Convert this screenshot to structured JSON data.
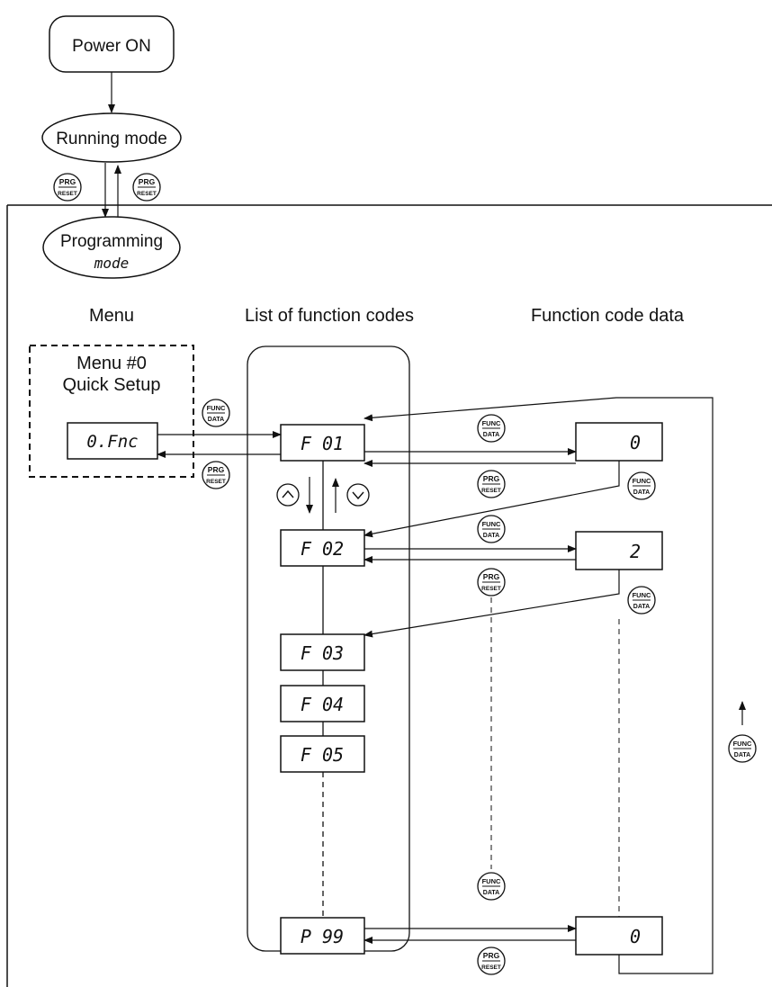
{
  "flow": {
    "power_on": "Power ON",
    "running_mode": "Running mode",
    "programming_mode_line1": "Programming",
    "programming_mode_line2": "mode"
  },
  "headers": {
    "menu": "Menu",
    "function_codes": "List of function codes",
    "function_data": "Function code data"
  },
  "menu_box": {
    "line1": "Menu #0",
    "line2": "Quick Setup",
    "display": "0.Fnc"
  },
  "keys": {
    "prg_top": "PRG",
    "prg_bottom": "RESET",
    "func_top": "FUNC",
    "func_bottom": "DATA"
  },
  "function_codes": [
    "F 01",
    "F 02",
    "F 03",
    "F 04",
    "F 05",
    "P 99"
  ],
  "data_values": [
    "0",
    "2",
    "0"
  ]
}
